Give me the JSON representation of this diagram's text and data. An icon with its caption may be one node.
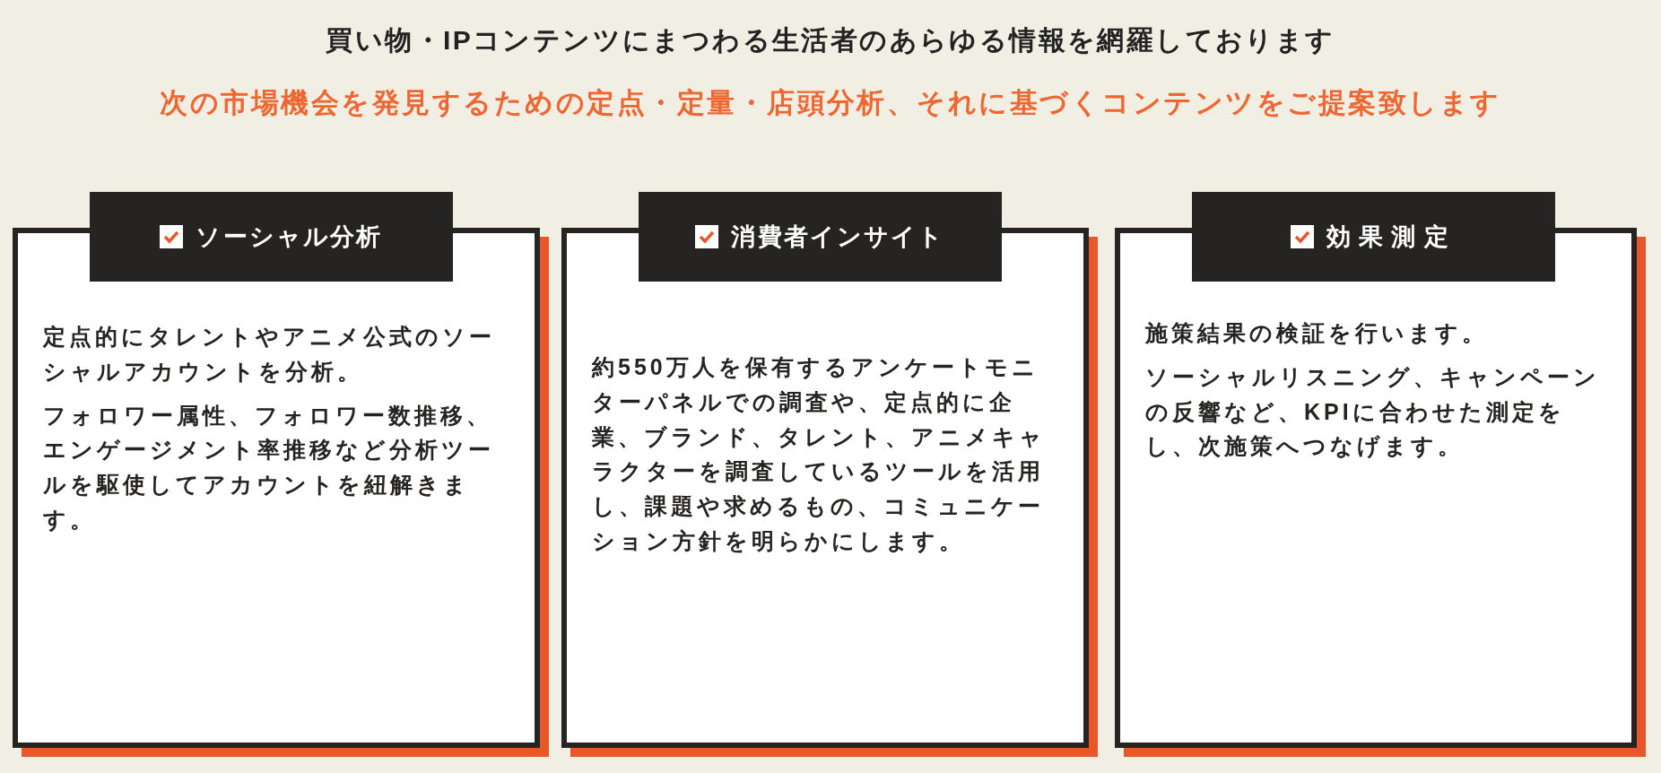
{
  "diagram": {
    "title": "買い物・IPコンテンツにまつわる生活者のあらゆる情報を網羅しております",
    "nodes": [
      {
        "text": [
          "ソーシャル分析",
          "定点的にタレントやアニメ公式のソーシャルアカウントを分析。",
          "フォロワー属性、フォロワー数推移、エンゲージメント率推移など分析ツールを駆使してアカウントを紐解きます。"
        ]
      },
      {
        "text": [
          "消費者インサイト",
          "約550万人を保有するアンケートモニターパネルでの調査や、定点的に企業、ブランド、タレント、アニメキャラクターを調査しているツールを活用し、課題や求めるもの、コミュニケーション方針を明らかにします。"
        ]
      },
      {
        "text": [
          "効果測定",
          "施策結果の検証を行います。",
          "ソーシャルリスニング、キャンペーンの反響など、KPIに合わせた測定をし、次施策へつなげます。"
        ]
      }
    ],
    "labels": [
      "次の市場機会を発見するための定点・定量・店頭分析、それに基づくコンテンツをご提案致します"
    ]
  }
}
